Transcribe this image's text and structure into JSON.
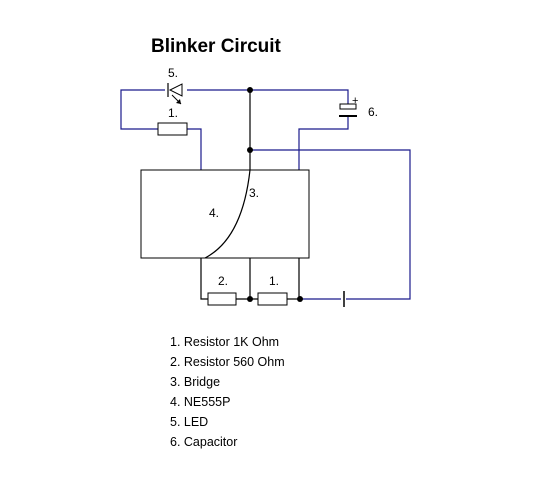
{
  "title": "Blinker Circuit",
  "colors": {
    "wire_blue": "#1a1a8c",
    "wire_black": "#000000",
    "background": "#ffffff"
  },
  "labels": {
    "led": "5.",
    "resistor_top": "1.",
    "capacitor": "6.",
    "bridge": "3.",
    "chip": "4.",
    "resistor_560": "2.",
    "resistor_1k": "1.",
    "capacitor_plus": "+"
  },
  "legend": [
    "1. Resistor 1K Ohm",
    "2. Resistor 560 Ohm",
    "3. Bridge",
    "4. NE555P",
    "5. LED",
    "6. Capacitor"
  ]
}
